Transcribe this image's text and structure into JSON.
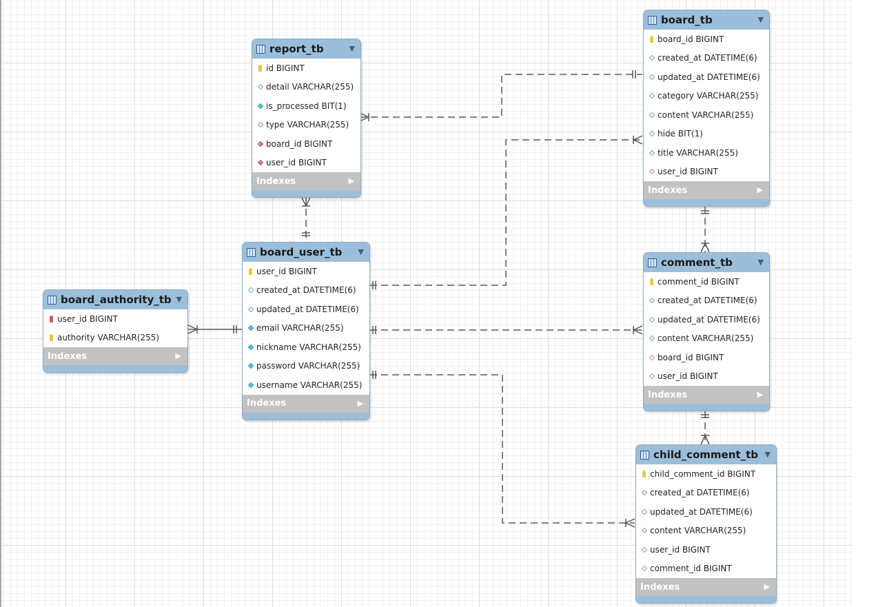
{
  "diagram": {
    "colors": {
      "header": "#9bbfdb",
      "indexes_bar": "#c2c2c2",
      "relationship_line": "#808080",
      "primary_key": "#e9cb3a",
      "foreign_key_primary": "#d65a5a",
      "not_null_column": "#57c2d6",
      "foreign_key": "#d98080"
    },
    "indexes_label": "Indexes",
    "tables": {
      "report_tb": {
        "title": "report_tb",
        "columns": [
          {
            "text": "id BIGINT",
            "icon": "primary-key-icon"
          },
          {
            "text": "detail VARCHAR(255)",
            "icon": "column-icon"
          },
          {
            "text": "is_processed BIT(1)",
            "icon": "not-null-column-icon"
          },
          {
            "text": "type VARCHAR(255)",
            "icon": "column-icon"
          },
          {
            "text": "board_id BIGINT",
            "icon": "foreign-key-icon"
          },
          {
            "text": "user_id BIGINT",
            "icon": "foreign-key-icon"
          }
        ]
      },
      "board_tb": {
        "title": "board_tb",
        "columns": [
          {
            "text": "board_id BIGINT",
            "icon": "primary-key-icon"
          },
          {
            "text": "created_at DATETIME(6)",
            "icon": "column-icon"
          },
          {
            "text": "updated_at DATETIME(6)",
            "icon": "column-icon"
          },
          {
            "text": "category VARCHAR(255)",
            "icon": "column-icon"
          },
          {
            "text": "content VARCHAR(255)",
            "icon": "column-icon"
          },
          {
            "text": "hide BIT(1)",
            "icon": "column-icon"
          },
          {
            "text": "title VARCHAR(255)",
            "icon": "column-icon"
          },
          {
            "text": "user_id BIGINT",
            "icon": "foreign-key-icon"
          }
        ]
      },
      "board_user_tb": {
        "title": "board_user_tb",
        "columns": [
          {
            "text": "user_id BIGINT",
            "icon": "primary-key-icon"
          },
          {
            "text": "created_at DATETIME(6)",
            "icon": "column-icon"
          },
          {
            "text": "updated_at DATETIME(6)",
            "icon": "column-icon"
          },
          {
            "text": "email VARCHAR(255)",
            "icon": "not-null-column-icon"
          },
          {
            "text": "nickname VARCHAR(255)",
            "icon": "not-null-column-icon"
          },
          {
            "text": "password VARCHAR(255)",
            "icon": "not-null-column-icon"
          },
          {
            "text": "username VARCHAR(255)",
            "icon": "not-null-column-icon"
          }
        ]
      },
      "board_authority_tb": {
        "title": "board_authority_tb",
        "columns": [
          {
            "text": "user_id BIGINT",
            "icon": "foreign-primary-key-icon"
          },
          {
            "text": "authority VARCHAR(255)",
            "icon": "primary-key-icon"
          }
        ]
      },
      "comment_tb": {
        "title": "comment_tb",
        "columns": [
          {
            "text": "comment_id BIGINT",
            "icon": "primary-key-icon"
          },
          {
            "text": "created_at DATETIME(6)",
            "icon": "column-icon"
          },
          {
            "text": "updated_at DATETIME(6)",
            "icon": "column-icon"
          },
          {
            "text": "content VARCHAR(255)",
            "icon": "column-icon"
          },
          {
            "text": "board_id BIGINT",
            "icon": "foreign-key-icon"
          },
          {
            "text": "user_id BIGINT",
            "icon": "foreign-key-icon"
          }
        ]
      },
      "child_comment_tb": {
        "title": "child_comment_tb",
        "columns": [
          {
            "text": "child_comment_id BIGINT",
            "icon": "primary-key-icon"
          },
          {
            "text": "created_at DATETIME(6)",
            "icon": "column-icon"
          },
          {
            "text": "updated_at DATETIME(6)",
            "icon": "column-icon"
          },
          {
            "text": "content VARCHAR(255)",
            "icon": "column-icon"
          },
          {
            "text": "user_id BIGINT",
            "icon": "foreign-key-icon"
          },
          {
            "text": "comment_id BIGINT",
            "icon": "foreign-key-icon"
          }
        ]
      }
    }
  }
}
